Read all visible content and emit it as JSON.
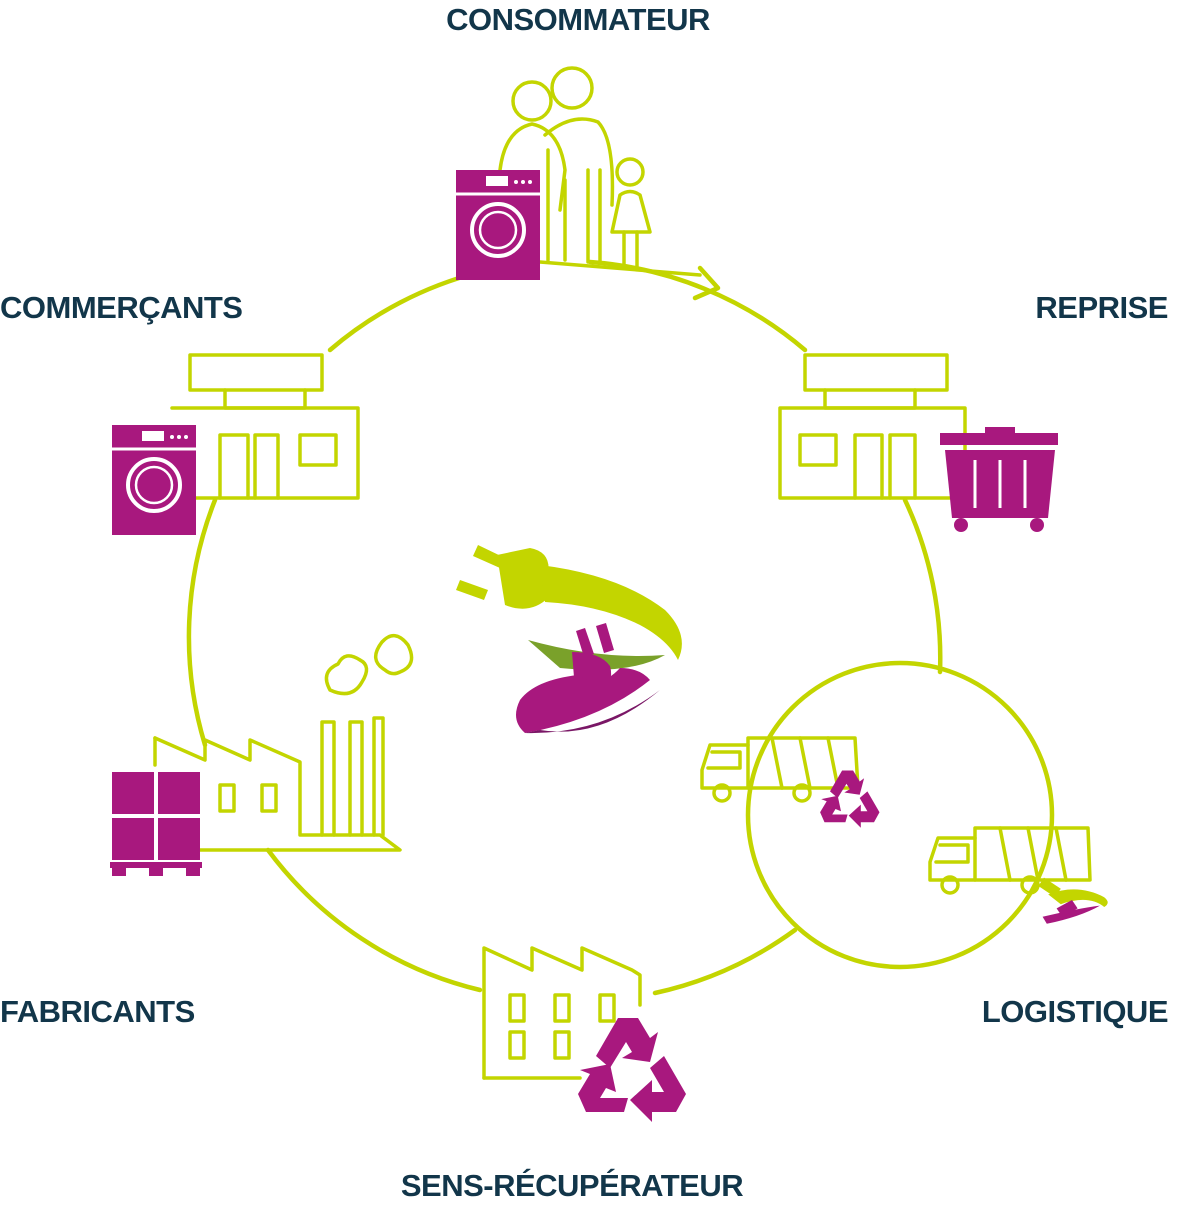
{
  "colors": {
    "accent_green": "#c3d500",
    "accent_magenta": "#a8187e",
    "label_navy": "#12364a"
  },
  "labels": {
    "consommateur": "CONSOMMATEUR",
    "reprise": "REPRISE",
    "commercants": "COMMERÇANTS",
    "fabricants": "FABRICANTS",
    "logistique": "LOGISTIQUE",
    "sens_recuperateur": "SENS-RÉCUPÉRATEUR"
  },
  "icons": {
    "family": "family-icon",
    "washing_machine": "washing-machine-icon",
    "shop": "shop-icon",
    "dumpster": "dumpster-icon",
    "factory": "factory-icon",
    "pallet": "pallet-boxes-icon",
    "truck": "garbage-truck-icon",
    "recycle": "recycle-icon",
    "plug": "electric-plug-icon"
  }
}
